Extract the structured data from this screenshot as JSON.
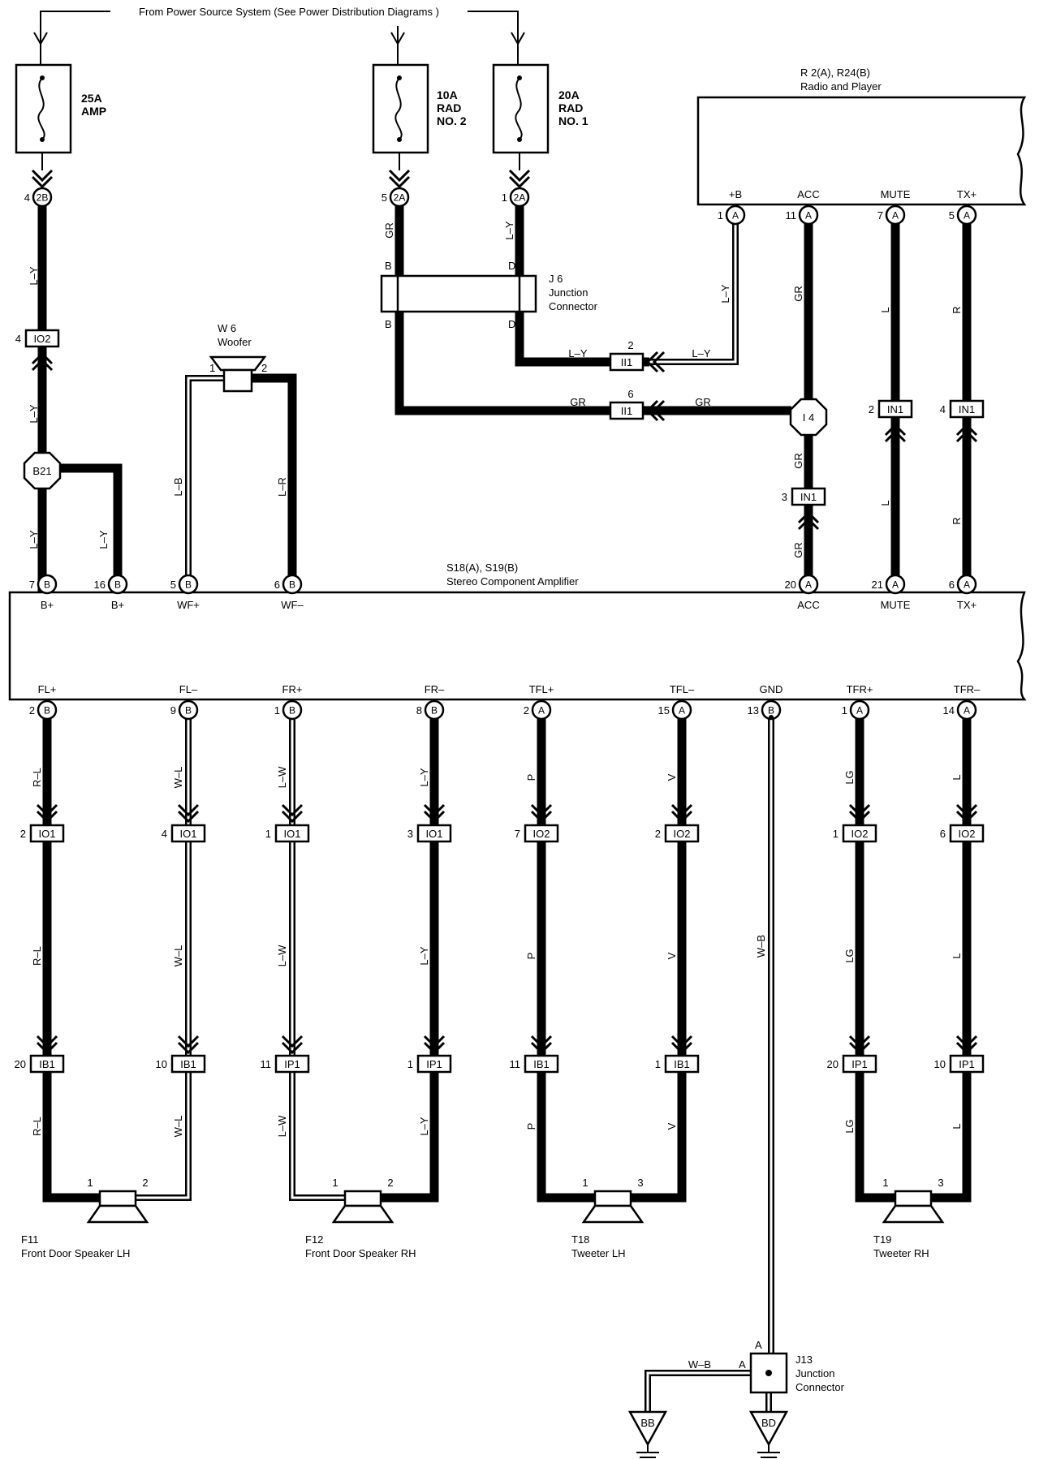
{
  "power_source_label": "From Power Source System (See Power Distribution Diagrams )",
  "fuses": [
    {
      "id": "fuse-25a-amp",
      "lines": [
        "25A",
        "AMP"
      ],
      "pin": "4",
      "connector": "2B",
      "wire_color": "L–Y"
    },
    {
      "id": "fuse-10a-rad2",
      "lines": [
        "10A",
        "RAD",
        "NO. 2"
      ],
      "pin": "5",
      "connector": "2A",
      "wire_color": "GR"
    },
    {
      "id": "fuse-20a-rad1",
      "lines": [
        "20A",
        "RAD",
        "NO. 1"
      ],
      "pin": "1",
      "connector": "2A",
      "wire_color": "L–Y"
    }
  ],
  "radio": {
    "title_lines": [
      "R 2(A), R24(B)",
      "Radio and Player"
    ],
    "terminals": [
      {
        "name": "+B",
        "pin": "1",
        "conn": "A",
        "wire_color": "L–Y"
      },
      {
        "name": "ACC",
        "pin": "11",
        "conn": "A",
        "wire_color": "GR"
      },
      {
        "name": "MUTE",
        "pin": "7",
        "conn": "A",
        "wire_color": "L"
      },
      {
        "name": "TX+",
        "pin": "5",
        "conn": "A",
        "wire_color": "R"
      }
    ]
  },
  "j6": {
    "title_lines": [
      "J 6",
      "Junction",
      "Connector"
    ],
    "pins": [
      "B",
      "D",
      "B",
      "D"
    ]
  },
  "i1_connectors": [
    {
      "pin": "2",
      "code": "II1",
      "in_color": "L–Y",
      "out_color": "L–Y"
    },
    {
      "pin": "6",
      "code": "II1",
      "in_color": "GR",
      "out_color": "GR"
    }
  ],
  "i4_junction": "I 4",
  "in1_connectors": [
    {
      "pin": "3",
      "code": "IN1",
      "color_above": "GR",
      "color_below": "GR"
    },
    {
      "pin": "2",
      "code": "IN1",
      "color_above": "L",
      "color_below": "L"
    },
    {
      "pin": "4",
      "code": "IN1",
      "color_above": "R",
      "color_below": "R"
    }
  ],
  "io2_top": {
    "pin": "4",
    "code": "IO2",
    "color_above": "L–Y",
    "color_below": "L–Y"
  },
  "b21_junction": "B21",
  "b21_branch_color": "L–Y",
  "woofer": {
    "title_lines": [
      "W 6",
      "Woofer"
    ],
    "pin_left": "1",
    "pin_right": "2",
    "left_color": "L–B",
    "right_color": "L–R"
  },
  "amplifier": {
    "title_lines": [
      "S18(A), S19(B)",
      "Stereo Component Amplifier"
    ],
    "top_terminals": [
      {
        "name": "B+",
        "pin": "7",
        "conn": "B"
      },
      {
        "name": "B+",
        "pin": "16",
        "conn": "B"
      },
      {
        "name": "WF+",
        "pin": "5",
        "conn": "B"
      },
      {
        "name": "WF–",
        "pin": "6",
        "conn": "B"
      },
      {
        "name": "ACC",
        "pin": "20",
        "conn": "A"
      },
      {
        "name": "MUTE",
        "pin": "21",
        "conn": "A"
      },
      {
        "name": "TX+",
        "pin": "6",
        "conn": "A"
      }
    ],
    "bottom_terminals": [
      {
        "name": "FL+",
        "pin": "2",
        "conn": "B",
        "color": "R–L",
        "mid_pin": "2",
        "mid_code": "IO1",
        "low_pin": "20",
        "low_code": "IB1"
      },
      {
        "name": "FL–",
        "pin": "9",
        "conn": "B",
        "color": "W–L",
        "mid_pin": "4",
        "mid_code": "IO1",
        "low_pin": "10",
        "low_code": "IB1"
      },
      {
        "name": "FR+",
        "pin": "1",
        "conn": "B",
        "color": "L–W",
        "mid_pin": "1",
        "mid_code": "IO1",
        "low_pin": "11",
        "low_code": "IP1"
      },
      {
        "name": "FR–",
        "pin": "8",
        "conn": "B",
        "color": "L–Y",
        "mid_pin": "3",
        "mid_code": "IO1",
        "low_pin": "1",
        "low_code": "IP1"
      },
      {
        "name": "TFL+",
        "pin": "2",
        "conn": "A",
        "color": "P",
        "mid_pin": "7",
        "mid_code": "IO2",
        "low_pin": "11",
        "low_code": "IB1"
      },
      {
        "name": "TFL–",
        "pin": "15",
        "conn": "A",
        "color": "V",
        "mid_pin": "2",
        "mid_code": "IO2",
        "low_pin": "1",
        "low_code": "IB1"
      },
      {
        "name": "GND",
        "pin": "13",
        "conn": "B",
        "color": "W–B",
        "mid_pin": "",
        "mid_code": "",
        "low_pin": "",
        "low_code": ""
      },
      {
        "name": "TFR+",
        "pin": "1",
        "conn": "A",
        "color": "LG",
        "mid_pin": "1",
        "mid_code": "IO2",
        "low_pin": "20",
        "low_code": "IP1"
      },
      {
        "name": "TFR–",
        "pin": "14",
        "conn": "A",
        "color": "L",
        "mid_pin": "6",
        "mid_code": "IO2",
        "low_pin": "10",
        "low_code": "IP1"
      }
    ]
  },
  "speakers": [
    {
      "id": "f11",
      "title_lines": [
        "F11",
        "Front Door Speaker LH"
      ],
      "pin_left": "1",
      "pin_right": "2"
    },
    {
      "id": "f12",
      "title_lines": [
        "F12",
        "Front Door Speaker RH"
      ],
      "pin_left": "1",
      "pin_right": "2"
    },
    {
      "id": "t18",
      "title_lines": [
        "T18",
        "Tweeter LH"
      ],
      "pin_left": "1",
      "pin_right": "3"
    },
    {
      "id": "t19",
      "title_lines": [
        "T19",
        "Tweeter RH"
      ],
      "pin_left": "1",
      "pin_right": "3"
    }
  ],
  "j13": {
    "title_lines": [
      "J13",
      "Junction",
      "Connector"
    ],
    "pin_top": "A",
    "pin_side": "A",
    "branch_color": "W–B"
  },
  "grounds": [
    "BB",
    "BD"
  ]
}
